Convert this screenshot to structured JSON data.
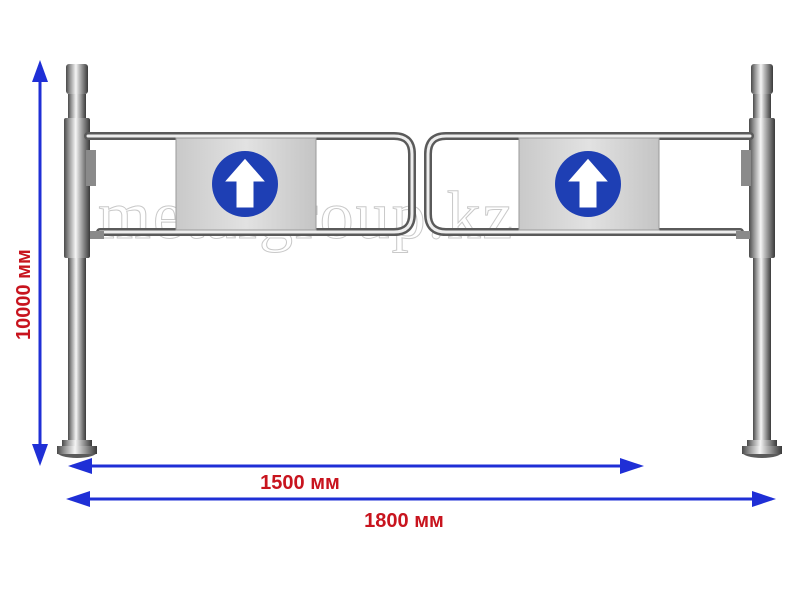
{
  "dimensions": {
    "height_label": "10000 мм",
    "width_inner_label": "1500 мм",
    "width_outer_label": "1800 мм"
  },
  "watermark": {
    "text": "metalgroup.kz"
  },
  "colors": {
    "dimension_line": "#1f2fd6",
    "dimension_text": "#c8141e",
    "sign_circle": "#1e3fb4",
    "panel": "#d6d6d6",
    "steel_dark": "#5a5a5a",
    "steel_light": "#f2f2f2"
  },
  "icons": {
    "left_sign": "up-arrow-icon",
    "right_sign": "up-arrow-icon"
  }
}
